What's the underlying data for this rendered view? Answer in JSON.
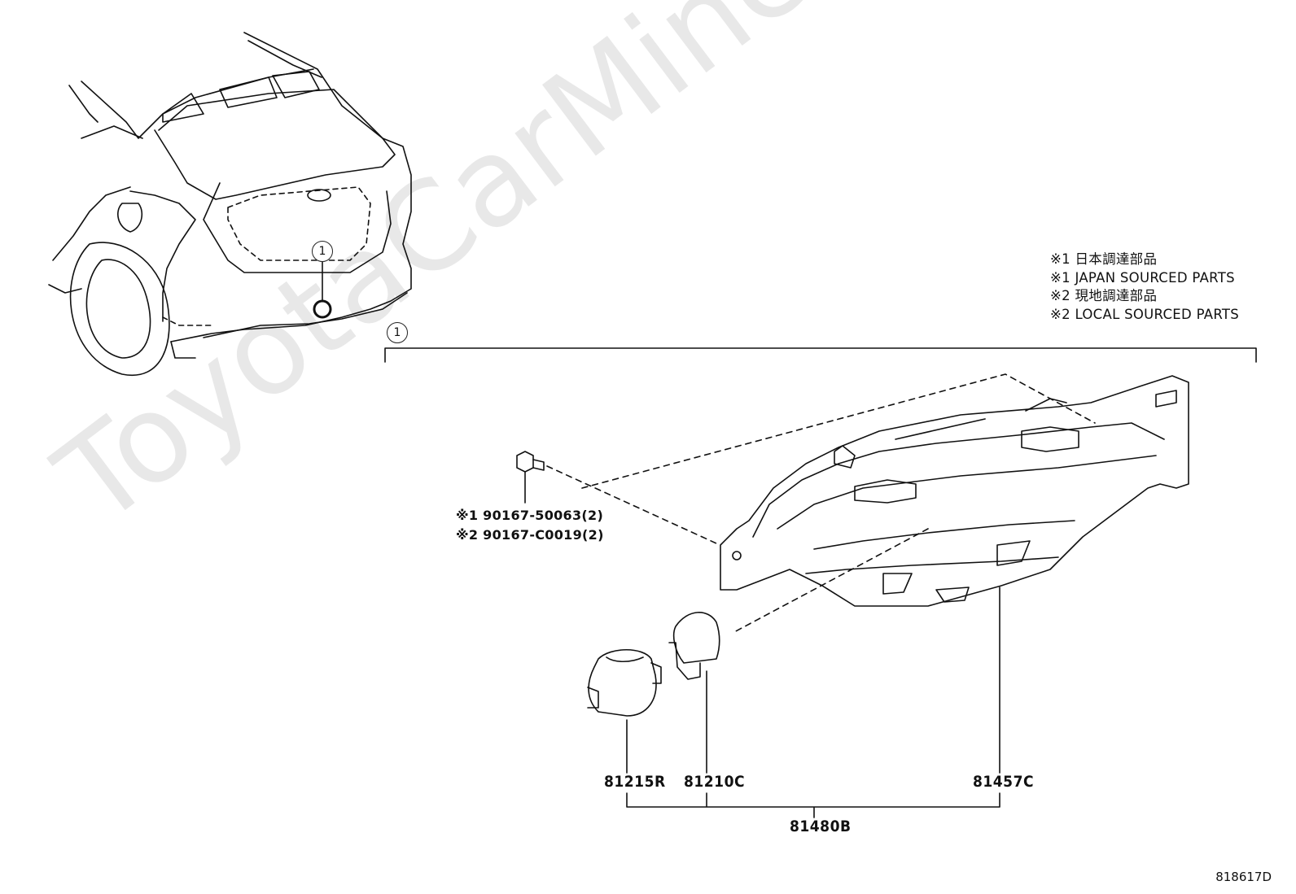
{
  "watermark": "ToyotaCarMine.ru",
  "legend": [
    "※1 日本調達部品",
    "※1 JAPAN SOURCED PARTS",
    "※2 現地調達部品",
    "※2 LOCAL SOURCED PARTS"
  ],
  "callout_label": "1",
  "screw_labels": [
    "※1 90167-50063(2)",
    "※2 90167-C0019(2)"
  ],
  "parts": {
    "socket": "81215R",
    "bulb": "81210C",
    "lens": "81457C",
    "assembly": "81480B"
  },
  "illustration_id": "818617D"
}
